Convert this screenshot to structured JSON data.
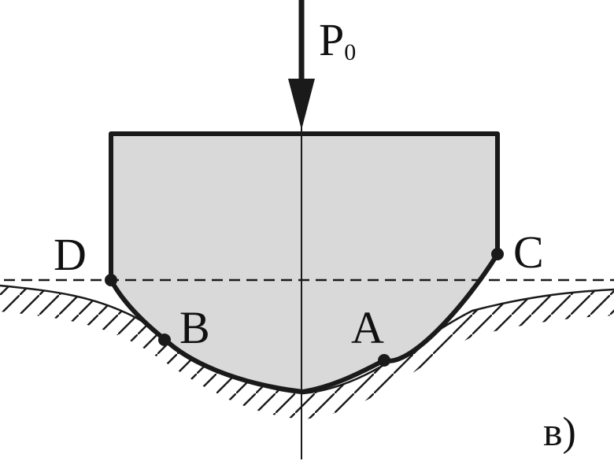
{
  "diagram": {
    "force_label": "P",
    "force_subscript": "0",
    "points": {
      "a": "A",
      "b": "B",
      "c": "C",
      "d": "D"
    },
    "figure_label": "в)",
    "colors": {
      "body_fill": "#d9d9d9",
      "stroke": "#1a1a1a"
    }
  }
}
